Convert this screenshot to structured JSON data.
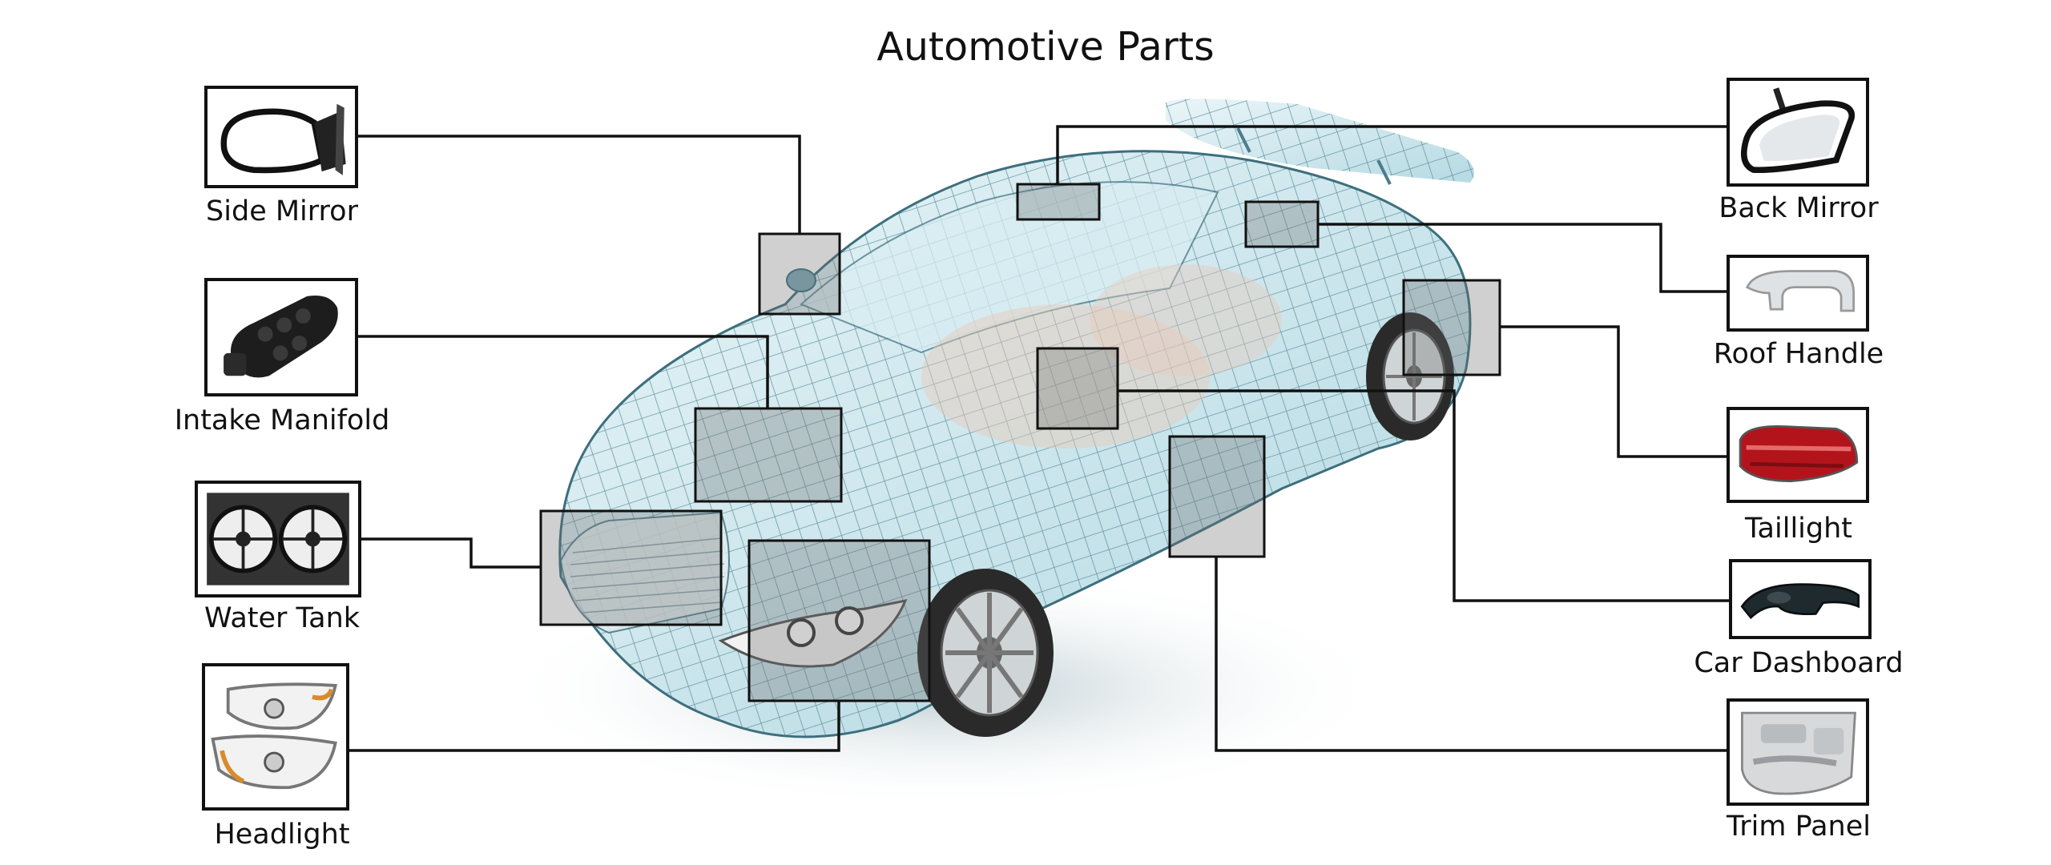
{
  "title": "Automotive Parts",
  "parts": {
    "side_mirror": "Side Mirror",
    "intake_manifold": "Intake Manifold",
    "water_tank": "Water Tank",
    "headlight": "Headlight",
    "back_mirror": "Back Mirror",
    "roof_handle": "Roof Handle",
    "taillight": "Taillight",
    "car_dashboard": "Car Dashboard",
    "trim_panel": "Trim Panel"
  },
  "colors": {
    "line": "#111111",
    "wire": "#4a7d8c",
    "glass": "#bfe0e8"
  }
}
